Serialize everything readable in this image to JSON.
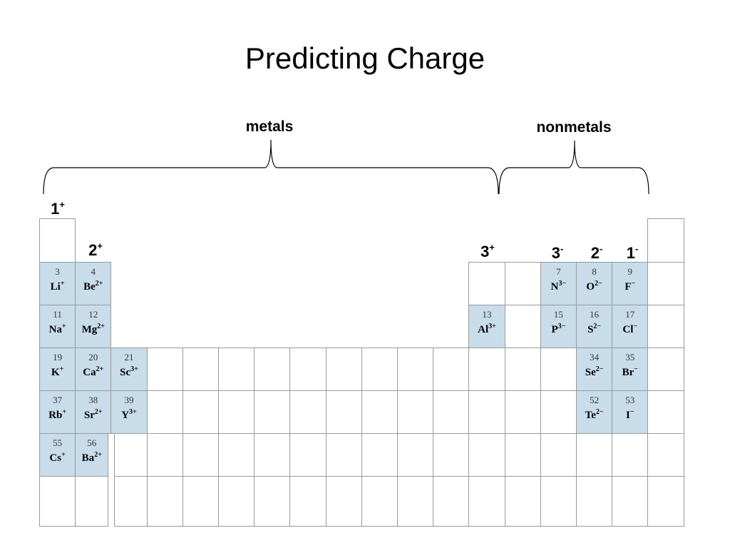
{
  "title": "Predicting Charge",
  "labels": {
    "metals": "metals",
    "nonmetals": "nonmetals"
  },
  "charges": [
    {
      "id": "g1",
      "num": "1",
      "sign": "+"
    },
    {
      "id": "g2",
      "num": "2",
      "sign": "+"
    },
    {
      "id": "g13",
      "num": "3",
      "sign": "+"
    },
    {
      "id": "g15",
      "num": "3",
      "sign": "-"
    },
    {
      "id": "g16",
      "num": "2",
      "sign": "-"
    },
    {
      "id": "g17",
      "num": "1",
      "sign": "-"
    }
  ],
  "elements": [
    {
      "num": "3",
      "sym": "Li",
      "ion": "+"
    },
    {
      "num": "4",
      "sym": "Be",
      "ion": "2+"
    },
    {
      "num": "7",
      "sym": "N",
      "ion": "3−"
    },
    {
      "num": "8",
      "sym": "O",
      "ion": "2−"
    },
    {
      "num": "9",
      "sym": "F",
      "ion": "−"
    },
    {
      "num": "11",
      "sym": "Na",
      "ion": "+"
    },
    {
      "num": "12",
      "sym": "Mg",
      "ion": "2+"
    },
    {
      "num": "13",
      "sym": "Al",
      "ion": "3+"
    },
    {
      "num": "15",
      "sym": "P",
      "ion": "3−"
    },
    {
      "num": "16",
      "sym": "S",
      "ion": "2−"
    },
    {
      "num": "17",
      "sym": "Cl",
      "ion": "−"
    },
    {
      "num": "19",
      "sym": "K",
      "ion": "+"
    },
    {
      "num": "20",
      "sym": "Ca",
      "ion": "2+"
    },
    {
      "num": "21",
      "sym": "Sc",
      "ion": "3+"
    },
    {
      "num": "34",
      "sym": "Se",
      "ion": "2−"
    },
    {
      "num": "35",
      "sym": "Br",
      "ion": "−"
    },
    {
      "num": "37",
      "sym": "Rb",
      "ion": "+"
    },
    {
      "num": "38",
      "sym": "Sr",
      "ion": "2+"
    },
    {
      "num": "39",
      "sym": "Y",
      "ion": "3+"
    },
    {
      "num": "52",
      "sym": "Te",
      "ion": "2−"
    },
    {
      "num": "53",
      "sym": "I",
      "ion": "−"
    },
    {
      "num": "55",
      "sym": "Cs",
      "ion": "+"
    },
    {
      "num": "56",
      "sym": "Ba",
      "ion": "2+"
    }
  ],
  "colors": {
    "highlight": "#c8dcea",
    "grid": "#9a9a9a"
  }
}
